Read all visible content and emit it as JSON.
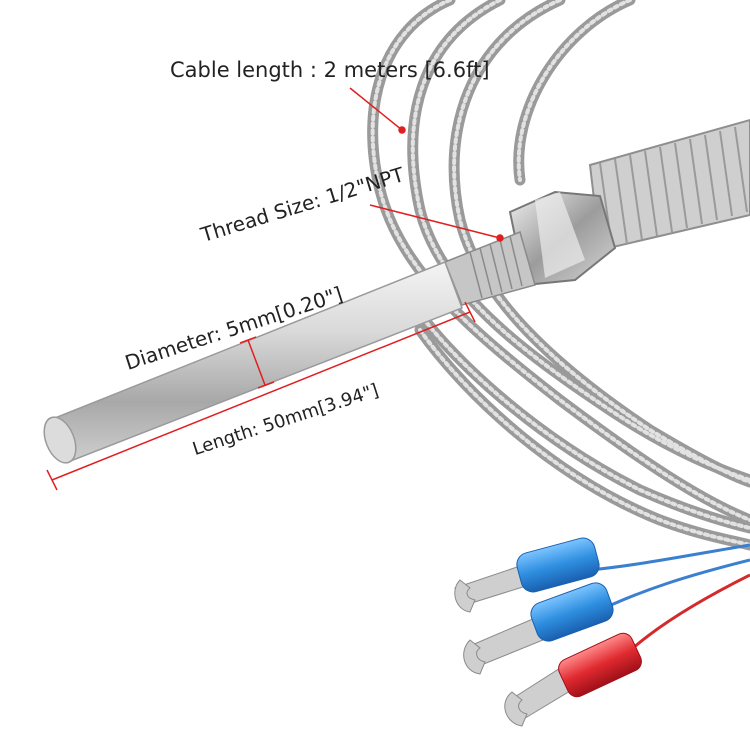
{
  "annotations": {
    "cable_length": "Cable length : 2 meters [6.6ft]",
    "thread_size": "Thread Size: 1/2\"NPT",
    "diameter": "Diameter: 5mm[0.20\"]",
    "length": "Length: 50mm[3.94\"]"
  },
  "colors": {
    "annotation_line": "#e02020",
    "steel_light": "#eeeeee",
    "steel_mid": "#bdbdbd",
    "steel_dark": "#8a8a8a",
    "terminal_blue": "#2f8fe0",
    "terminal_red": "#e02a30",
    "wire_blue": "#3a7fd0",
    "wire_red": "#d42a2a"
  },
  "icons": [
    "thermocouple-probe",
    "spade-terminal"
  ]
}
